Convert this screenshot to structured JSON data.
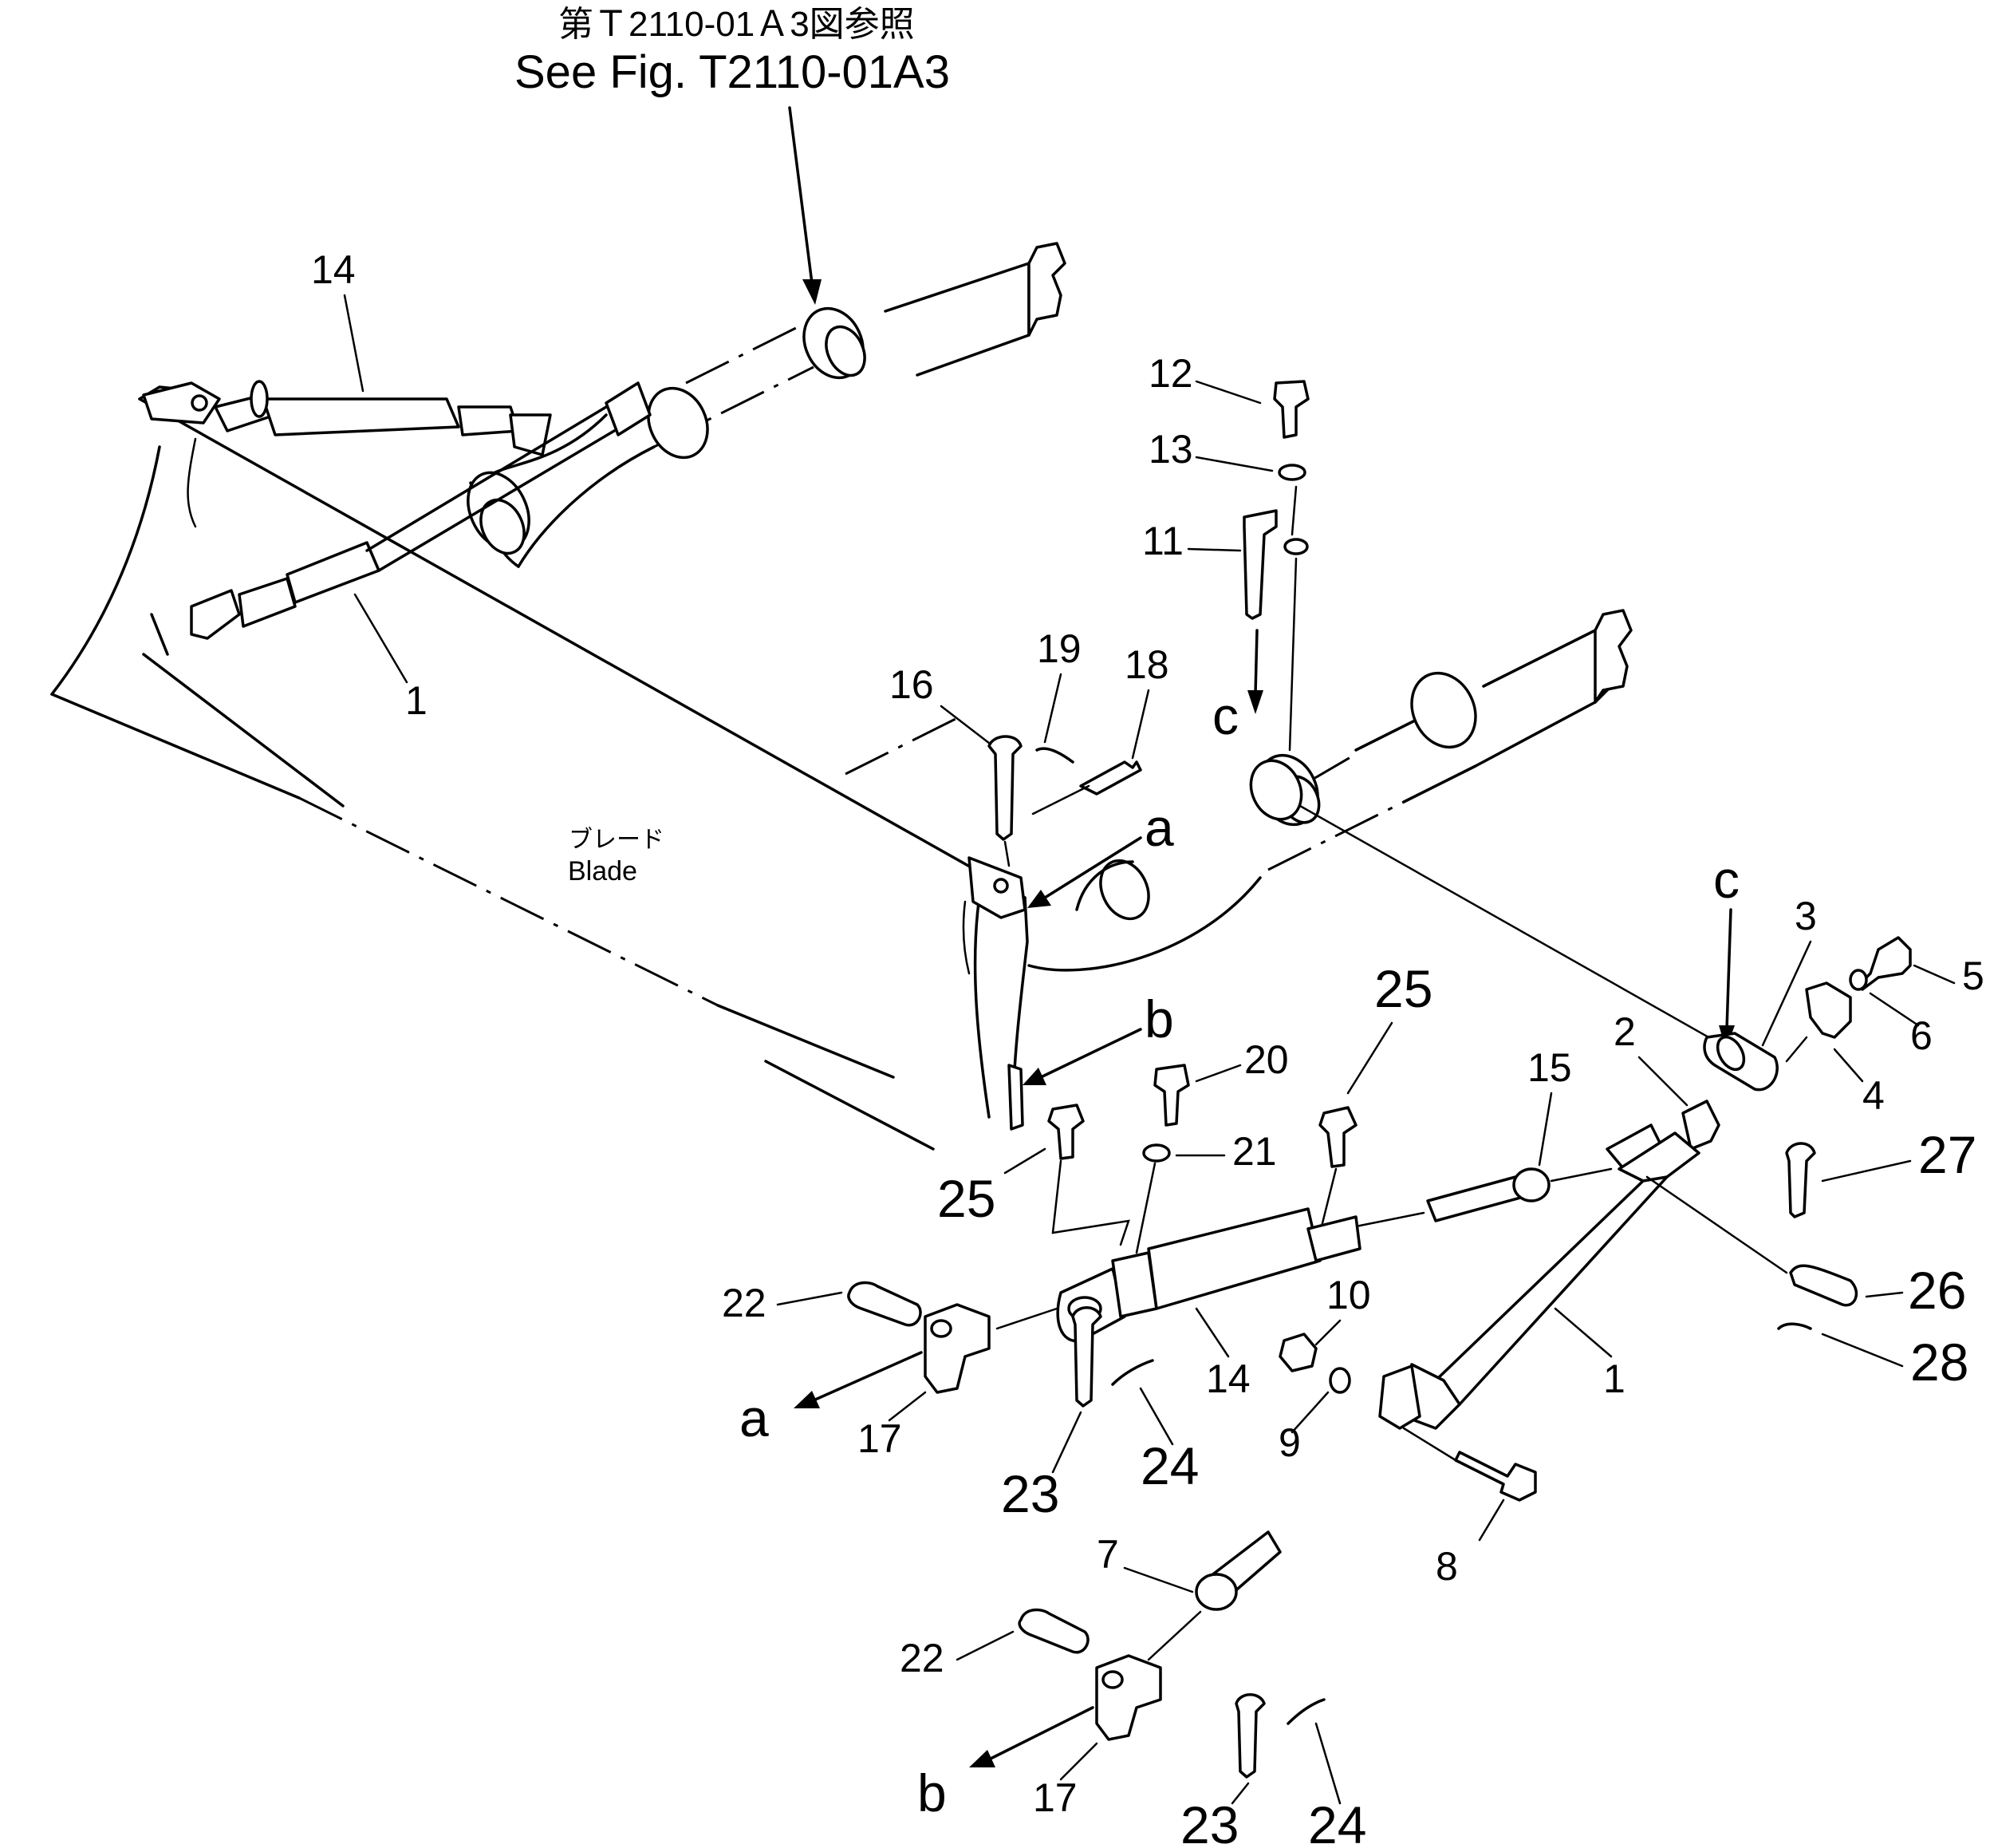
{
  "header": {
    "ref_jp": "第Ｔ2110-01Ａ3図参照",
    "ref_en": "See Fig. T2110-01A3"
  },
  "blade": {
    "jp": "ブレード",
    "en": "Blade"
  },
  "callouts": {
    "n1_upper": "1",
    "n1_lower": "1",
    "n2": "2",
    "n3": "3",
    "n4": "4",
    "n5": "5",
    "n6": "6",
    "n7": "7",
    "n8": "8",
    "n9": "9",
    "n10": "10",
    "n11": "11",
    "n12": "12",
    "n13": "13",
    "n14_upper": "14",
    "n14_lower": "14",
    "n15": "15",
    "n16": "16",
    "n17_a": "17",
    "n17_b": "17",
    "n18": "18",
    "n19": "19",
    "n20": "20",
    "n21": "21",
    "n22_a": "22",
    "n22_b": "22",
    "n23_a": "23",
    "n23_b": "23",
    "n24_a": "24",
    "n24_b": "24",
    "n25_left": "25",
    "n25_right": "25",
    "n26": "26",
    "n27": "27",
    "n28": "28"
  },
  "connectors": {
    "a_top": "a",
    "a_bottom": "a",
    "b_top": "b",
    "b_bottom": "b",
    "c_top": "c",
    "c_right": "c"
  }
}
